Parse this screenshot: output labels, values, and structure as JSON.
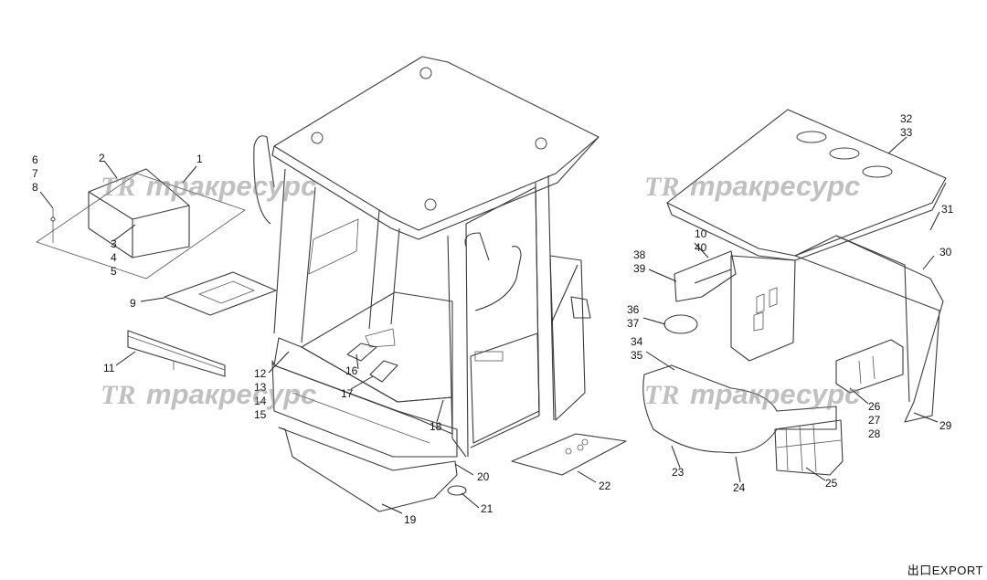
{
  "watermark": {
    "logo": "TR",
    "text": "тракресурс"
  },
  "footer": {
    "export_label": "出口EXPORT"
  },
  "callouts": [
    "1",
    "2",
    "3",
    "4",
    "5",
    "6",
    "7",
    "8",
    "9",
    "10",
    "11",
    "12",
    "13",
    "14",
    "15",
    "16",
    "17",
    "18",
    "19",
    "20",
    "21",
    "22",
    "23",
    "24",
    "25",
    "26",
    "27",
    "28",
    "29",
    "30",
    "31",
    "32",
    "33",
    "34",
    "35",
    "36",
    "37",
    "38",
    "39",
    "40"
  ]
}
